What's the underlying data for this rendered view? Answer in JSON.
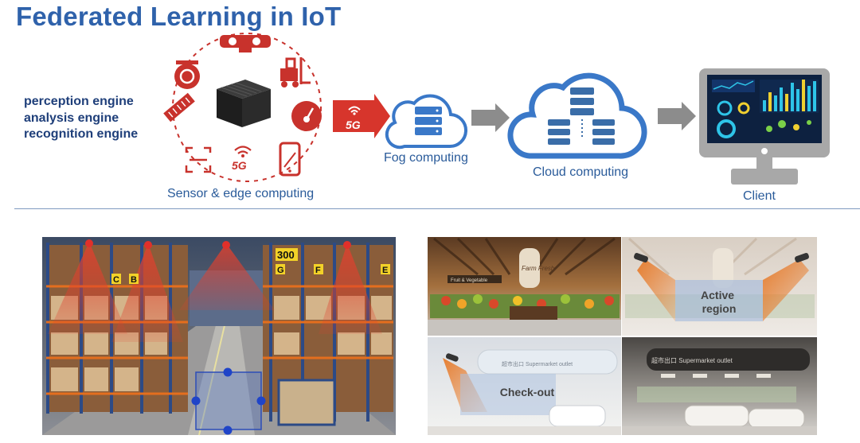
{
  "title": "Federated Learning in IoT",
  "engines": [
    "perception engine",
    "analysis engine",
    "recognition engine"
  ],
  "captions": {
    "sensor_edge": "Sensor & edge computing",
    "fog": "Fog computing",
    "cloud": "Cloud computing",
    "client": "Client"
  },
  "badges": {
    "fiveg_arrow": "5G",
    "fiveg_ring": "5G"
  },
  "warehouse": {
    "number_sign": "300",
    "rack_letters": [
      "B",
      "C",
      "G",
      "F",
      "E"
    ]
  },
  "store": {
    "region_labels": [
      "Active region",
      "Check-out"
    ],
    "signs": [
      "Farm Fresh",
      "Fruit & Vegetable",
      "超市出口 Supermarket outlet"
    ]
  },
  "colors": {
    "title": "#2f62ab",
    "accent_red": "#c8322c",
    "cloud_blue": "#3a78c8",
    "arrow_gray": "#8c8c8c"
  }
}
